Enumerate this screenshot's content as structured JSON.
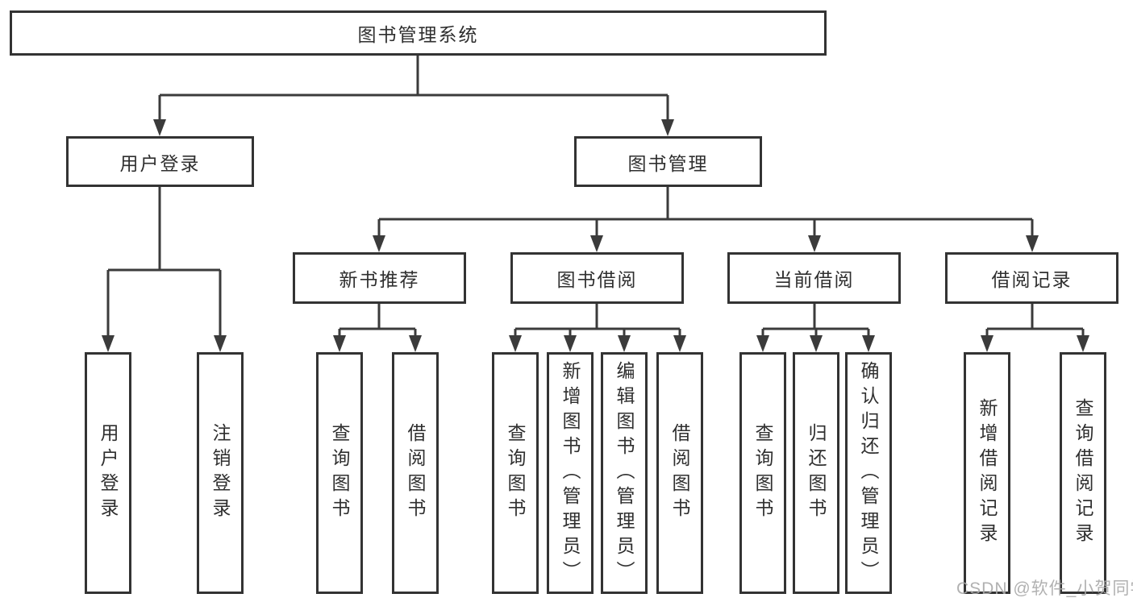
{
  "diagram": {
    "root": {
      "label": "图书管理系统"
    },
    "user": {
      "label": "用户登录",
      "children": [
        {
          "label": "用户登录"
        },
        {
          "label": "注销登录"
        }
      ]
    },
    "mgmt": {
      "label": "图书管理",
      "children": [
        {
          "label": "新书推荐",
          "children": [
            {
              "label": "查询图书"
            },
            {
              "label": "借阅图书"
            }
          ]
        },
        {
          "label": "图书借阅",
          "children": [
            {
              "label": "查询图书"
            },
            {
              "label": "新增图书（管理员）"
            },
            {
              "label": "编辑图书（管理员）"
            },
            {
              "label": "借阅图书"
            }
          ]
        },
        {
          "label": "当前借阅",
          "children": [
            {
              "label": "查询图书"
            },
            {
              "label": "归还图书"
            },
            {
              "label": "确认归还（管理员）"
            }
          ]
        },
        {
          "label": "借阅记录",
          "children": [
            {
              "label": "新增借阅记录"
            },
            {
              "label": "查询借阅记录"
            }
          ]
        }
      ]
    }
  },
  "watermark": {
    "text": "CSDN @软件_小贺同学"
  },
  "colors": {
    "line": "#3b3b3b",
    "box_border": "#333333",
    "box_fill": "#ffffff",
    "text": "#2f2f2f",
    "watermark": "#a8a8a8"
  }
}
